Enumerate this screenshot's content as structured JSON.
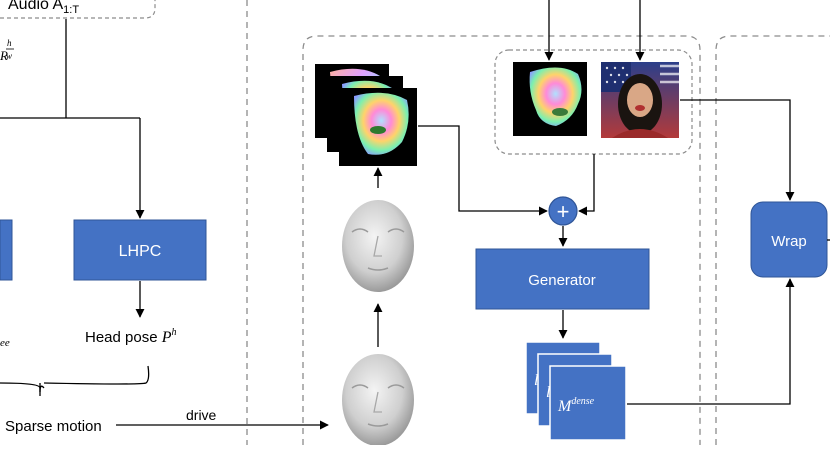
{
  "diagram": {
    "audio_label": "Audio A",
    "audio_sub": "1:T",
    "ratio_num": "h",
    "ratio_den": "w",
    "ratio_prefix": "R",
    "cut_left_label": "ee",
    "lhpc_label": "LHPC",
    "head_pose_label": "Head pose ",
    "head_pose_symbol": "P",
    "head_pose_sup": "h",
    "sparse_motion_label": "Sparse motion",
    "drive_label": "drive",
    "plus_symbol": "+",
    "generator_label": "Generator",
    "dense_symbol": "M",
    "dense_sup": "dense",
    "dense_partial": "l",
    "wrap_label": "Wrap",
    "colors": {
      "block_fill": "#4472c4",
      "block_stroke": "#2f5597",
      "dash_stroke": "#7f7f7f",
      "line": "#000000"
    },
    "icons": [
      "flow-map-icon",
      "portrait-photo-icon",
      "head-mesh-icon"
    ]
  }
}
